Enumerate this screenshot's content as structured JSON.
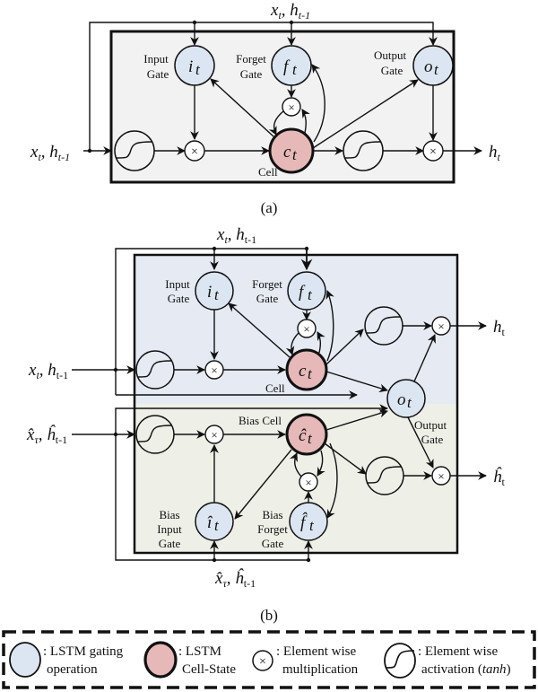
{
  "figure": {
    "panel_a": {
      "caption": "(a)",
      "top_input": "x_t, h_{t-1}",
      "top_input_text": {
        "x": "x",
        "xsub": "t",
        "h": "h",
        "hsub": "t-1"
      },
      "left_input_text": {
        "x": "x",
        "xsub": "t",
        "h": "h",
        "hsub": "t-1"
      },
      "output_text": {
        "h": "h",
        "hsub": "t"
      },
      "nodes": {
        "input_gate": {
          "symbol": "i",
          "sub": "t",
          "label_lines": [
            "Input",
            "Gate"
          ]
        },
        "forget_gate": {
          "symbol": "f",
          "sub": "t",
          "label_lines": [
            "Forget",
            "Gate"
          ]
        },
        "output_gate": {
          "symbol": "o",
          "sub": "t",
          "label_lines": [
            "Output",
            "Gate"
          ]
        },
        "cell": {
          "symbol": "c",
          "sub": "t",
          "label": "Cell"
        }
      }
    },
    "panel_b": {
      "caption": "(b)",
      "top_input_text": {
        "x": "x",
        "xsub": "t",
        "h": "h",
        "hsub": "t-1"
      },
      "left_input_text": {
        "x": "x",
        "xsub": "t",
        "h": "h",
        "hsub": "t-1"
      },
      "bias_left_input_text": {
        "x": "x̂",
        "xsub": "τ",
        "h": "ĥ",
        "hsub": "t-1"
      },
      "bias_bottom_input_text": {
        "x": "x̂",
        "xsub": "τ",
        "h": "ĥ",
        "hsub": "t-1"
      },
      "output_text": {
        "h": "h",
        "hsub": "t"
      },
      "bias_output_text": {
        "h": "ĥ",
        "hsub": "t"
      },
      "nodes": {
        "input_gate": {
          "symbol": "i",
          "sub": "t",
          "label_lines": [
            "Input",
            "Gate"
          ]
        },
        "forget_gate": {
          "symbol": "f",
          "sub": "t",
          "label_lines": [
            "Forget",
            "Gate"
          ]
        },
        "cell": {
          "symbol": "c",
          "sub": "t",
          "label": "Cell"
        },
        "output_gate": {
          "symbol": "o",
          "sub": "t",
          "label_lines": [
            "Output",
            "Gate"
          ]
        },
        "bias_cell": {
          "symbol": "ĉ",
          "sub": "t",
          "label": "Bias Cell"
        },
        "bias_input_gate": {
          "symbol": "î",
          "sub": "t",
          "label_lines": [
            "Bias",
            "Input",
            "Gate"
          ]
        },
        "bias_forget_gate": {
          "symbol": "f̂",
          "sub": "t",
          "label_lines": [
            "Bias",
            "Forget",
            "Gate"
          ]
        }
      }
    },
    "legend": {
      "gating": {
        "lines": [
          ": LSTM gating",
          "operation"
        ]
      },
      "cell_state": {
        "lines": [
          ": LSTM",
          "Cell-State"
        ]
      },
      "multiplication": {
        "lines": [
          ": Element wise",
          "multiplication"
        ]
      },
      "activation": {
        "lines": [
          ": Element wise",
          "activation ("
        ],
        "italic": "tanh",
        "close": ")"
      }
    },
    "colors": {
      "gate_fill": "#dce6f2",
      "cell_fill": "#e6b8b8",
      "panel_a_bg": "#f2f2f2",
      "panel_b_top_bg": "#e5eaf3",
      "panel_b_bottom_bg": "#eef0e8",
      "stroke": "#111111"
    },
    "multiply_symbol": "×"
  }
}
